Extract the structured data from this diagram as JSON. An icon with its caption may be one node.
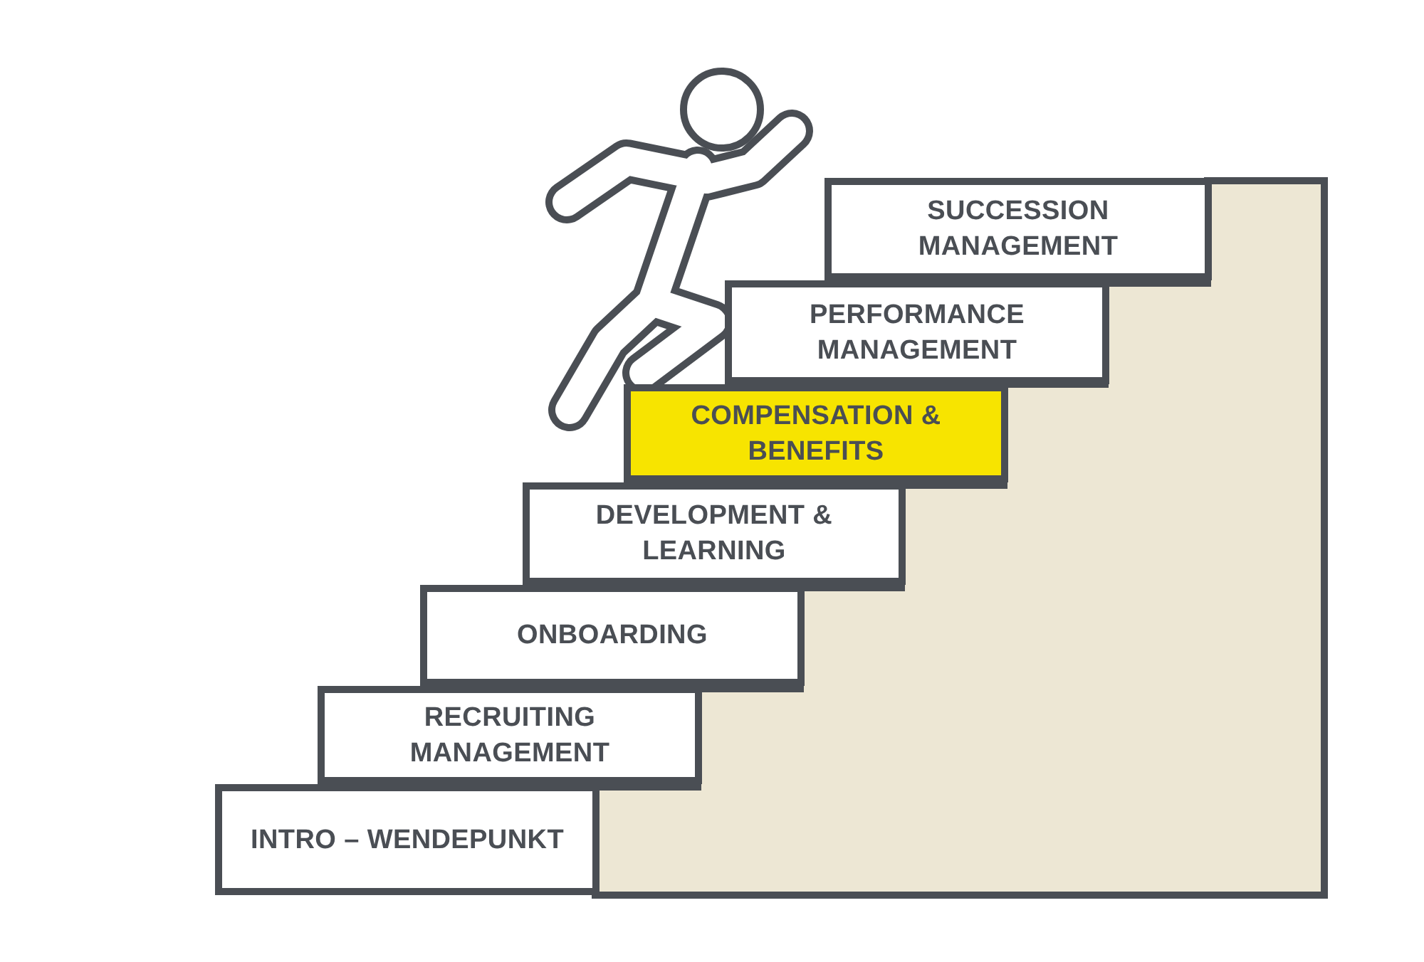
{
  "diagram": {
    "nodes": [
      {
        "text": [
          "INTRO – WENDEPUNKT"
        ]
      },
      {
        "text": [
          "RECRUITING MANAGEMENT"
        ]
      },
      {
        "text": [
          "ONBOARDING"
        ]
      },
      {
        "text": [
          "DEVELOPMENT & LEARNING"
        ]
      },
      {
        "text": [
          "COMPENSATION & BENEFITS"
        ]
      },
      {
        "text": [
          "PERFORMANCE MANAGEMENT"
        ]
      },
      {
        "text": [
          "SUCCESSION MANAGEMENT"
        ]
      }
    ]
  }
}
